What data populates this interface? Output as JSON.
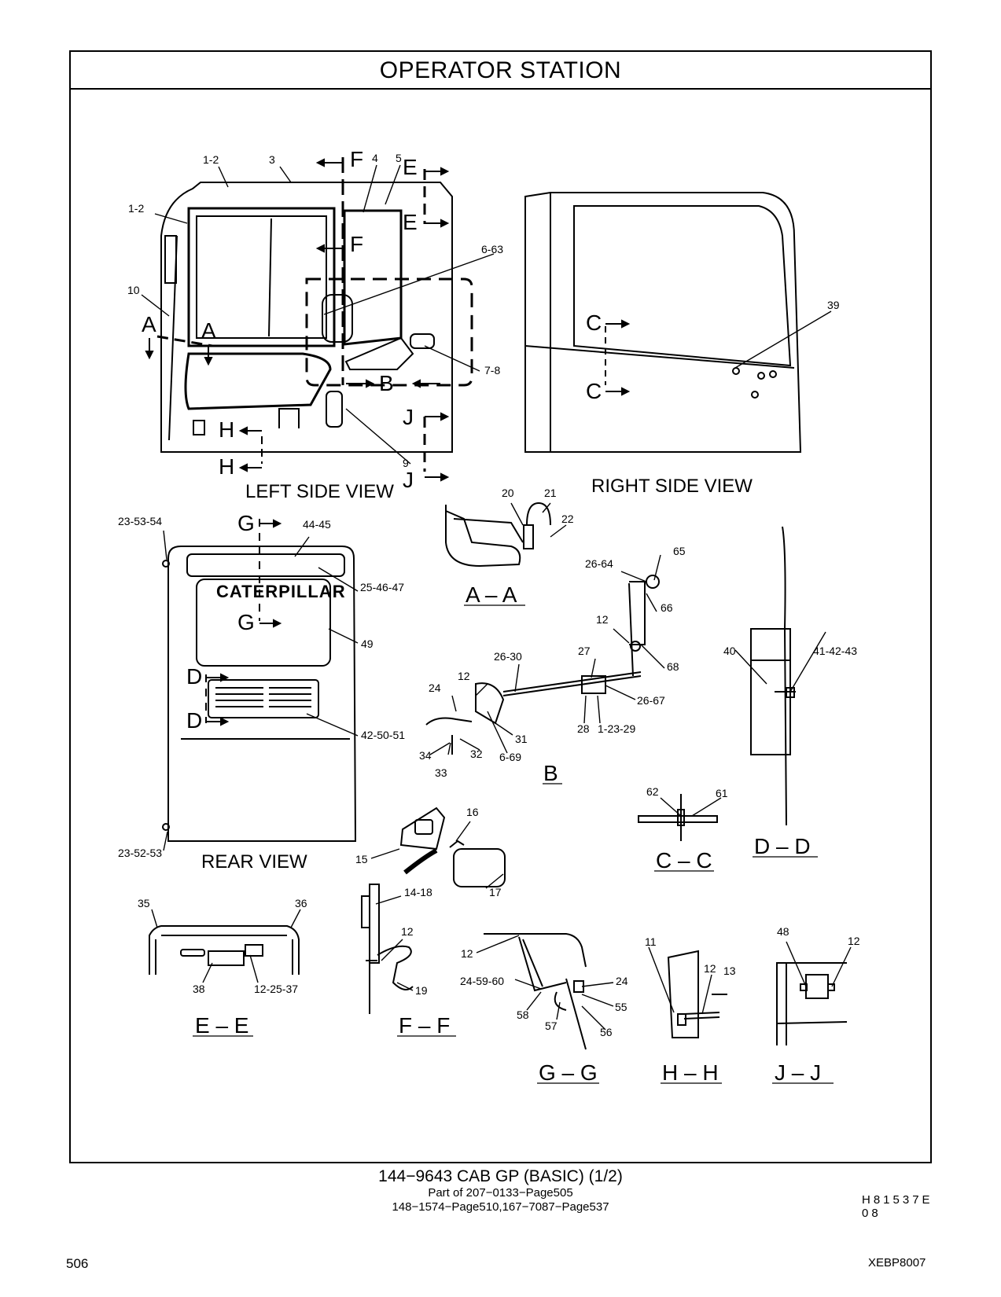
{
  "page": {
    "title": "OPERATOR   STATION",
    "reference_code": "H81537E   08",
    "caption_line1": "144−9643   CAB  GP (BASIC) (1/2)",
    "caption_line2": "Part of 207−0133−Page505",
    "caption_line3": "148−1574−Page510,167−7087−Page537",
    "page_number": "506",
    "doc_code": "XEBP8007"
  },
  "views": {
    "left_side": "LEFT SIDE VIEW",
    "right_side": "RIGHT SIDE VIEW",
    "rear": "REAR VIEW"
  },
  "sections": {
    "aa": "A – A",
    "b": "B",
    "cc": "C – C",
    "dd": "D – D",
    "ee": "E – E",
    "ff": "F – F",
    "gg": "G – G",
    "hh": "H – H",
    "jj": "J – J"
  },
  "section_letters": {
    "a": "A",
    "b": "B",
    "c": "C",
    "d": "D",
    "e": "E",
    "f": "F",
    "g": "G",
    "h": "H",
    "j": "J"
  },
  "logo_text": "CATERPILLAR",
  "callouts": {
    "c1_2a": "1-2",
    "c1_2b": "1-2",
    "c3": "3",
    "c4": "4",
    "c5": "5",
    "c6_63": "6-63",
    "c7_8": "7-8",
    "c9": "9",
    "c10": "10",
    "c39": "39",
    "c20": "20",
    "c21": "21",
    "c22": "22",
    "c23_53_54": "23-53-54",
    "c44_45": "44-45",
    "c25_46_47": "25-46-47",
    "c49": "49",
    "c42_50_51": "42-50-51",
    "c23_52_53": "23-52-53",
    "c65": "65",
    "c26_64": "26-64",
    "c66": "66",
    "c12_b1": "12",
    "c68": "68",
    "c26_30": "26-30",
    "c27": "27",
    "c12_b2": "12",
    "c24_b": "24",
    "c26_67": "26-67",
    "c28": "28",
    "c1_23_29": "1-23-29",
    "c31": "31",
    "c34": "34",
    "c32": "32",
    "c6_69": "6-69",
    "c33": "33",
    "c40": "40",
    "c41_42_43": "41-42-43",
    "c62": "62",
    "c61": "61",
    "c16": "16",
    "c15": "15",
    "c14_18": "14-18",
    "c17": "17",
    "c12_ff": "12",
    "c19": "19",
    "c35": "35",
    "c36": "36",
    "c38": "38",
    "c12_25_37": "12-25-37",
    "c12_gg": "12",
    "c24_59_60": "24-59-60",
    "c24_gg": "24",
    "c58": "58",
    "c55": "55",
    "c57": "57",
    "c56": "56",
    "c11": "11",
    "c12_hh": "12",
    "c13": "13",
    "c48": "48",
    "c12_jj": "12"
  }
}
